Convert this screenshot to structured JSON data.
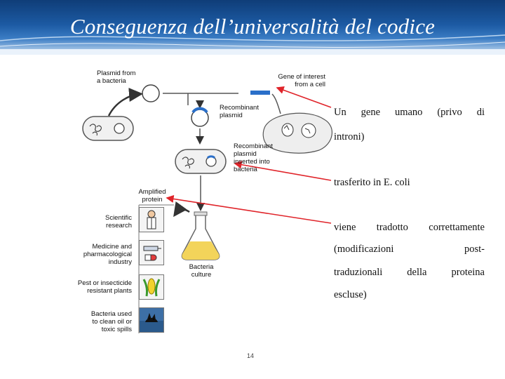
{
  "slide": {
    "title": "Conseguenza dell’universalità del codice",
    "page_number": "14"
  },
  "diagram": {
    "plasmid_from_bacteria": [
      "Plasmid from",
      "a bacteria"
    ],
    "gene_of_interest": [
      "Gene of interest",
      "from a cell"
    ],
    "recombinant_plasmid": [
      "Recombinant",
      "plasmid"
    ],
    "recombinant_inserted": [
      "Recombinant",
      "plasmid",
      "inserted into",
      "bacteria"
    ],
    "amplified_protein": [
      "Amplified",
      "protein"
    ],
    "scientific_research": [
      "Scientific",
      "research"
    ],
    "medicine_industry": [
      "Medicine and",
      "pharmacological",
      "industry"
    ],
    "resistant_plants": [
      "Pest or insecticide",
      "resistant plants"
    ],
    "bacteria_clean": [
      "Bacteria used",
      "to clean oil or",
      "toxic spills"
    ],
    "bacteria_culture": [
      "Bacteria",
      "culture"
    ]
  },
  "notes": {
    "note1_line1_words": [
      "Un",
      "gene",
      "umano",
      "(privo",
      "di"
    ],
    "note1_line2": "introni)",
    "note2": "trasferito in E. coli",
    "note3_line1_words": [
      "viene",
      "tradotto",
      "correttamente"
    ],
    "note3_line2_words": [
      "(modificazioni",
      "post-"
    ],
    "note3_line3_words": [
      "traduzionali",
      "della",
      "proteina"
    ],
    "note3_line4": "escluse)"
  },
  "colors": {
    "header": "#1c5aa3",
    "arrow": "#e0242a",
    "plasmid_segment": "#2a6fc9"
  }
}
